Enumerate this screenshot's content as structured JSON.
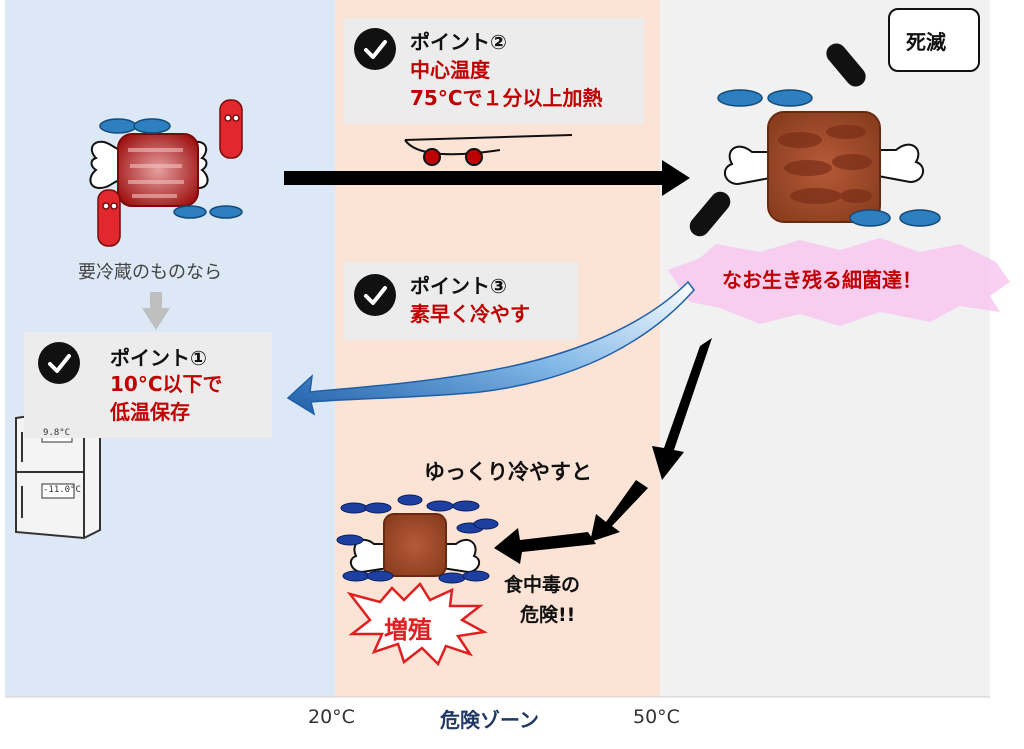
{
  "zones": {
    "temp_20": "20°C",
    "temp_50": "50°C",
    "danger_zone_label": "危険ゾーン"
  },
  "point1": {
    "title": "ポイント①",
    "line1": "10°C以下で",
    "line2": "低温保存"
  },
  "point2": {
    "title": "ポイント②",
    "line1": "中心温度",
    "line2": "75°Cで１分以上加熱"
  },
  "point3": {
    "title": "ポイント③",
    "line1": "素早く冷やす"
  },
  "labels": {
    "refrigerate": "要冷蔵のものなら",
    "dead": "死滅",
    "survivors": "なお生き残る細菌達！",
    "slow_cool": "ゆっくり冷やすと",
    "food_poisoning_line1": "食中毒の",
    "food_poisoning_line2": "危険!!",
    "multiply": "増殖"
  },
  "fridge": {
    "top_display": "9.8°C",
    "bottom_display": "-11.0°C"
  },
  "colors": {
    "cold_zone": "#dce8f5",
    "danger_zone": "#fbe3d6",
    "hot_zone": "#f1f1f1",
    "accent_red": "#c00000"
  }
}
